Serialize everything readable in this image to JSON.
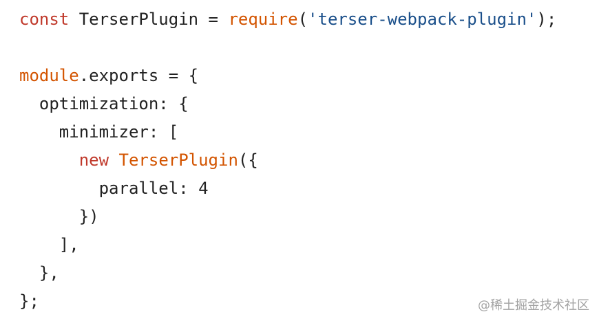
{
  "code": {
    "line1": {
      "kw": "const",
      "ident": " TerserPlugin = ",
      "fn": "require",
      "open": "(",
      "str": "'terser-webpack-plugin'",
      "close": ");"
    },
    "line3": {
      "mod": "module",
      "rest": ".exports = {"
    },
    "line4": "  optimization: {",
    "line5": "    minimizer: [",
    "line6": {
      "indent": "      ",
      "kw": "new",
      "space": " ",
      "fn": "TerserPlugin",
      "rest": "({"
    },
    "line7": "        parallel: 4",
    "line8": "      })",
    "line9": "    ],",
    "line10": "  },",
    "line11": "};"
  },
  "watermark": "@稀土掘金技术社区",
  "colors": {
    "keyword": "#c0392b",
    "function": "#d35400",
    "string": "#1a4f8a",
    "text": "#222222"
  }
}
